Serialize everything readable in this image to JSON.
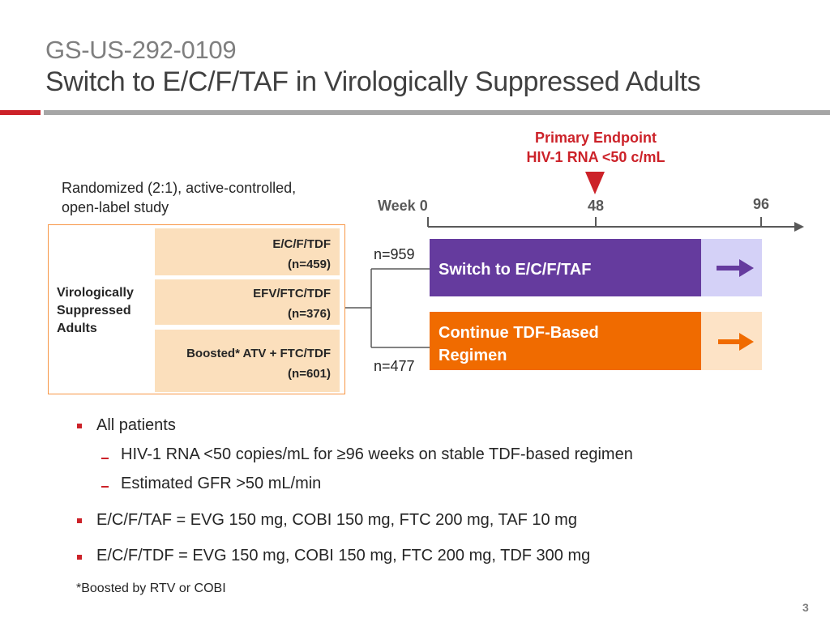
{
  "header": {
    "study_id": "GS-US-292-0109",
    "title": "Switch to E/C/F/TAF in Virologically Suppressed Adults"
  },
  "endpoint": {
    "title": "Primary Endpoint",
    "criterion": "HIV-1 RNA <50 c/mL",
    "marker_color": "#cc2229"
  },
  "design": {
    "line1": "Randomized (2:1), active-controlled,",
    "line2": "open-label study"
  },
  "timeline": {
    "week_label": "Week 0",
    "tick_48": "48",
    "tick_96": "96"
  },
  "population": {
    "line1": "Virologically",
    "line2": "Suppressed",
    "line3": "Adults"
  },
  "arms": [
    {
      "name": "E/C/F/TDF",
      "n": "(n=459)"
    },
    {
      "name": "EFV/FTC/TDF",
      "n": "(n=376)"
    },
    {
      "name": "Boosted* ATV + FTC/TDF",
      "n": "(n=601)"
    }
  ],
  "randomization": {
    "n_switch": "n=959",
    "n_continue": "n=477"
  },
  "groups": {
    "switch_label": "Switch to E/C/F/TAF",
    "switch_color": "#653b9e",
    "continue_line1": "Continue TDF-Based",
    "continue_line2": "Regimen",
    "continue_color": "#f06b00"
  },
  "bullets": {
    "all_patients": "All patients",
    "sub1": "HIV-1 RNA <50 copies/mL for ≥96 weeks on stable TDF-based regimen",
    "sub2": "Estimated GFR >50 mL/min",
    "taf_def": "E/C/F/TAF = EVG 150 mg, COBI 150 mg, FTC 200 mg, TAF 10 mg",
    "tdf_def": "E/C/F/TDF = EVG 150 mg, COBI 150 mg, FTC 200 mg, TDF 300 mg"
  },
  "footnote": "*Boosted by RTV or COBI",
  "page_number": "3"
}
